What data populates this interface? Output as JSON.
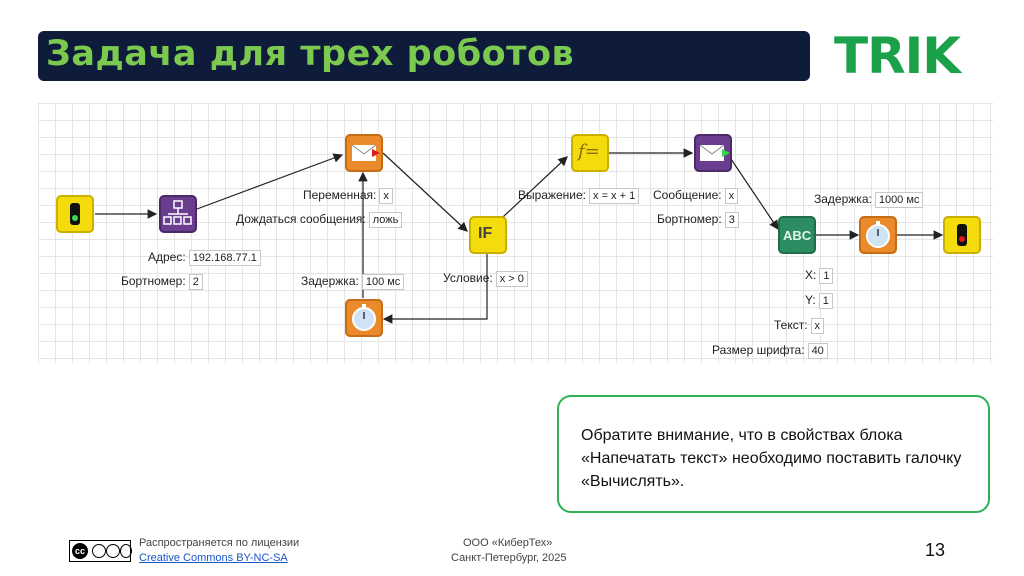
{
  "title": "Задача для трех роботов",
  "logo": "TRIK",
  "diagram": {
    "props": {
      "address_label": "Адрес:",
      "address_value": "192.168.77.1",
      "boardnum1_label": "Бортномер:",
      "boardnum1_value": "2",
      "variable_label": "Переменная:",
      "variable_value": "x",
      "wait_msg_label": "Дождаться сообщения:",
      "wait_msg_value": "ложь",
      "delay1_label": "Задержка:",
      "delay1_value": "100 мс",
      "condition_label": "Условие:",
      "condition_value": "x > 0",
      "expression_label": "Выражение:",
      "expression_value": "x = x + 1",
      "message_label": "Сообщение:",
      "message_value": "x",
      "boardnum2_label": "Бортномер:",
      "boardnum2_value": "3",
      "delay2_label": "Задержка:",
      "delay2_value": "1000 мс",
      "x_label": "X:",
      "x_value": "1",
      "y_label": "Y:",
      "y_value": "1",
      "text_label": "Текст:",
      "text_value": "x",
      "fontsize_label": "Размер шрифта:",
      "fontsize_value": "40"
    },
    "if_label": "IF",
    "abc_label": "ABC",
    "func_label": "f="
  },
  "note": "Обратите внимание, что в свойствах блока «Напечатать текст» необходимо поставить галочку «Вычислять».",
  "footer": {
    "license_prefix": "Распространяется по лицензии",
    "license_link": "Creative Commons BY-NC-SA",
    "org": "ООО «КиберТех»",
    "city_year": "Санкт-Петербург, 2025",
    "page": "13"
  },
  "colors": {
    "title_bg": "#0f1b3a",
    "title_text": "#7cc94f",
    "logo": "#1aa14a",
    "note_border": "#2fb055"
  }
}
